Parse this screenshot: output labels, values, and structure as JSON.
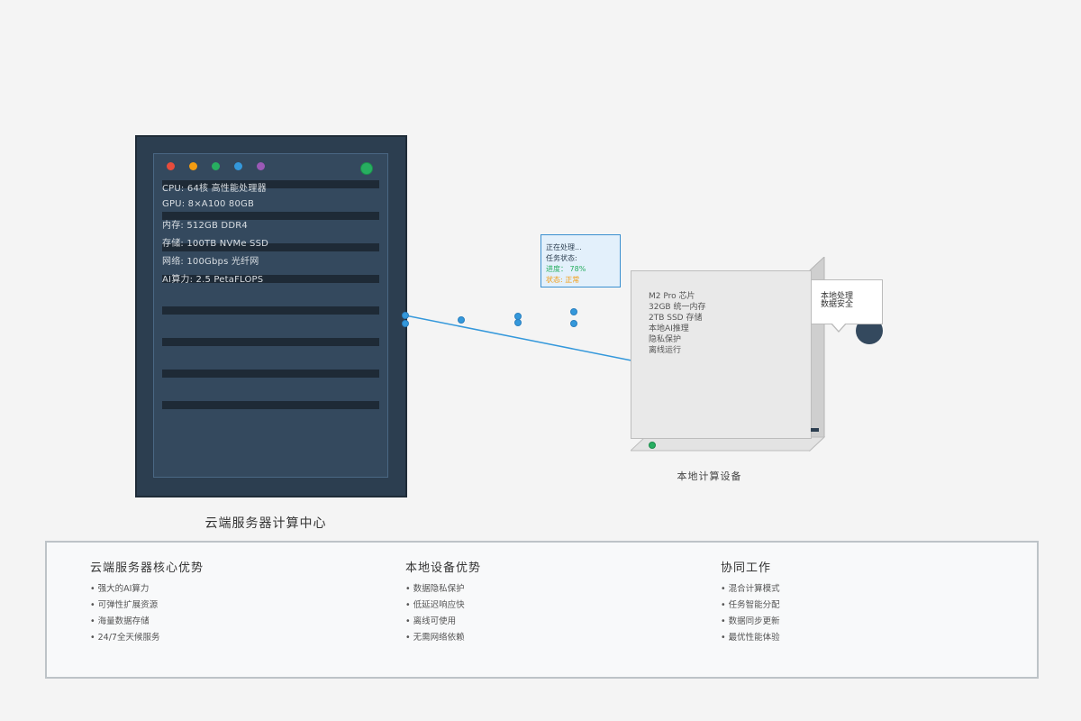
{
  "server": {
    "title": "云端服务器计算中心",
    "led_colors": [
      "#e74c3c",
      "#f39c12",
      "#27ae60",
      "#3498db",
      "#9b59b6"
    ],
    "specs": [
      "CPU: 64核 高性能处理器",
      "GPU: 8×A100 80GB",
      "内存: 512GB DDR4",
      "存储: 100TB NVMe SSD",
      "网络: 100Gbps 光纤网",
      "AI算力: 2.5 PetaFLOPS"
    ]
  },
  "status_panel": {
    "lines": [
      "正在处理...",
      "任务状态:",
      "进度： 78%",
      "状态: 正常"
    ],
    "colors": [
      "#2c3e50",
      "#2c3e50",
      "#27ae60",
      "#f39c12"
    ]
  },
  "mac_mini": {
    "label": "本地计算设备",
    "specs": [
      "M2 Pro 芯片",
      "32GB 统一内存",
      "2TB SSD 存储",
      "本地AI推理",
      "隐私保护",
      "离线运行"
    ]
  },
  "bubble": {
    "lines": [
      "本地处理",
      "数据安全"
    ]
  },
  "bottom_panel": {
    "columns": [
      {
        "title": "云端服务器核心优势",
        "items": [
          "• 强大的AI算力",
          "• 可弹性扩展资源",
          "• 海量数据存储",
          "• 24/7全天候服务"
        ]
      },
      {
        "title": "本地设备优势",
        "items": [
          "• 数据隐私保护",
          "• 低延迟响应快",
          "• 离线可使用",
          "• 无需网络依赖"
        ]
      },
      {
        "title": "协同工作",
        "items": [
          "• 混合计算模式",
          "• 任务智能分配",
          "• 数据同步更新",
          "• 最优性能体验"
        ]
      }
    ]
  },
  "colors": {
    "server_body": "#2c3e50",
    "server_panel": "#34495e",
    "accent_blue": "#3498db",
    "ok_green": "#27ae60",
    "warn_orange": "#f39c12"
  }
}
